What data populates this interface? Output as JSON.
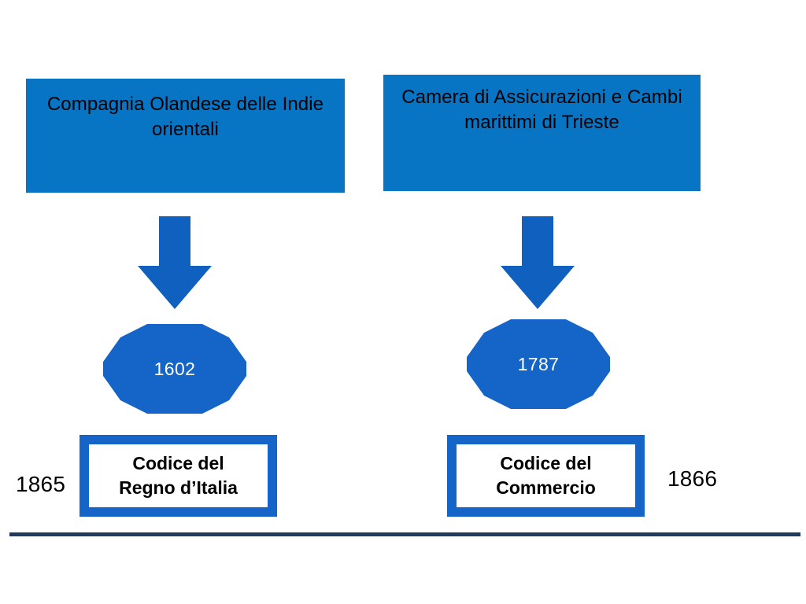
{
  "colors": {
    "header_box_fill": "#0874c4",
    "arrow_fill": "#1060c0",
    "octagon_fill": "#1565c8",
    "code_box_border": "#1565c8",
    "code_box_fill": "#ffffff",
    "rule": "#1f3a5f",
    "page_background": "#ffffff"
  },
  "diagram": {
    "headers": [
      {
        "id": "compagnia",
        "text": "Compagnia Olandese delle Indie  orientali"
      },
      {
        "id": "camera",
        "text": "Camera di Assicurazioni e Cambi marittimi di Trieste"
      }
    ],
    "arrows": [
      {
        "id": "arrow-left",
        "direction": "down"
      },
      {
        "id": "arrow-right",
        "direction": "down"
      }
    ],
    "year_nodes": [
      {
        "id": "node-1602",
        "year": "1602"
      },
      {
        "id": "node-1787",
        "year": "1787"
      }
    ],
    "code_boxes": [
      {
        "id": "codice-italia",
        "line1": "Codice del",
        "line2": "Regno d’Italia"
      },
      {
        "id": "codice-commercio",
        "line1": "Codice del",
        "line2": "Commercio"
      }
    ],
    "side_years": [
      {
        "id": "year-1865",
        "value": "1865"
      },
      {
        "id": "year-1866",
        "value": "1866"
      }
    ]
  }
}
